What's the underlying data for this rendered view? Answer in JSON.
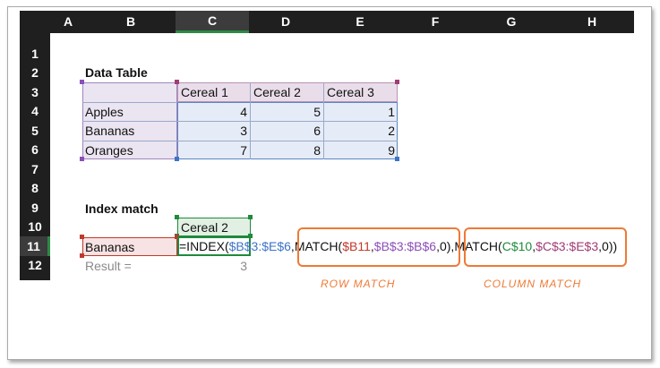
{
  "columns": [
    "A",
    "B",
    "C",
    "D",
    "E",
    "F",
    "G",
    "H"
  ],
  "rows": [
    "1",
    "2",
    "3",
    "4",
    "5",
    "6",
    "7",
    "8",
    "9",
    "10",
    "11",
    "12"
  ],
  "data_table": {
    "title": "Data Table",
    "headers": [
      "Cereal 1",
      "Cereal 2",
      "Cereal 3"
    ],
    "rows": [
      {
        "label": "Apples",
        "values": [
          "4",
          "5",
          "1"
        ]
      },
      {
        "label": "Bananas",
        "values": [
          "3",
          "6",
          "2"
        ]
      },
      {
        "label": "Oranges",
        "values": [
          "7",
          "8",
          "9"
        ]
      }
    ]
  },
  "index_match": {
    "title": "Index match",
    "column_lookup": "Cereal 2",
    "row_lookup": "Bananas",
    "formula_parts": {
      "p1": "=INDEX(",
      "p2": "$B$3:$E$6",
      "p3": ",",
      "p4": "MATCH(",
      "p5": "$B11",
      "p6": ",",
      "p7": "$B$3:$B$6",
      "p8": ",0),",
      "p9": "MATCH(",
      "p10": "C$10",
      "p11": ",",
      "p12": "$C$3:$E$3",
      "p13": ",0))"
    },
    "result_label": "Result =",
    "result_value": "3"
  },
  "annotations": {
    "row_match": "ROW MATCH",
    "column_match": "COLUMN MATCH"
  },
  "colors": {
    "accent_orange": "#ee7a36",
    "range_blue": "#3d73c8",
    "range_purple": "#8b4fb8",
    "range_red": "#c0392b",
    "range_green": "#1f8a3d",
    "range_magenta": "#a23b74"
  }
}
